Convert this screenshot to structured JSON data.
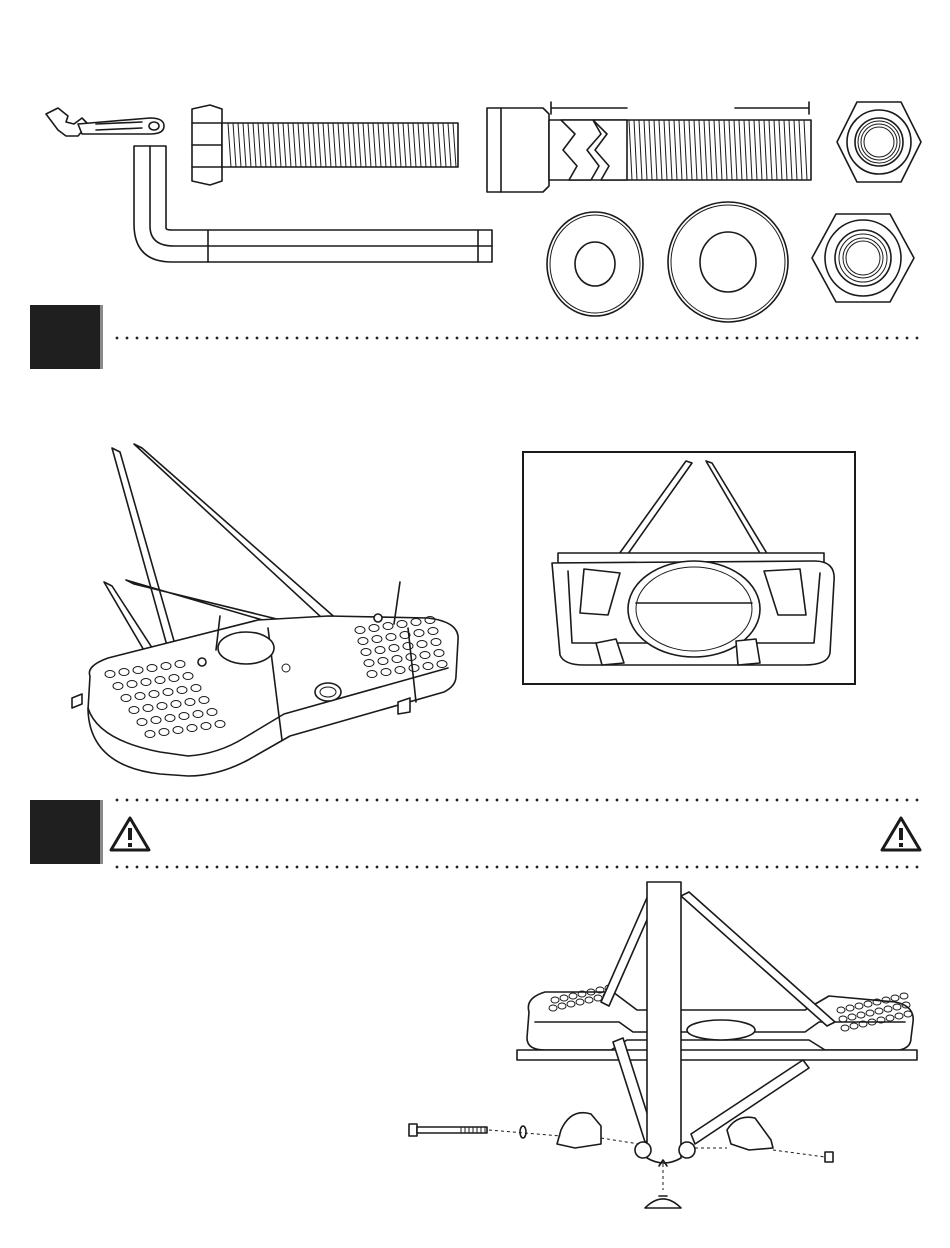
{
  "hardware": {
    "wrench_icon": "adjustable-wrench",
    "hex_key_icon": "hex-key",
    "items": [
      "hex-bolt",
      "socket-cap-bolt",
      "lock-nut",
      "flat-washer",
      "large-washer",
      "nylon-lock-nut"
    ]
  },
  "steps": [
    {
      "number": "",
      "warning_icon": ""
    },
    {
      "number": "",
      "warning_icon": "warning-triangle"
    }
  ],
  "colors": {
    "ink": "#1a1a1a",
    "badge": "#1f1f1f",
    "badge_shadow": "#8a8a8a"
  }
}
